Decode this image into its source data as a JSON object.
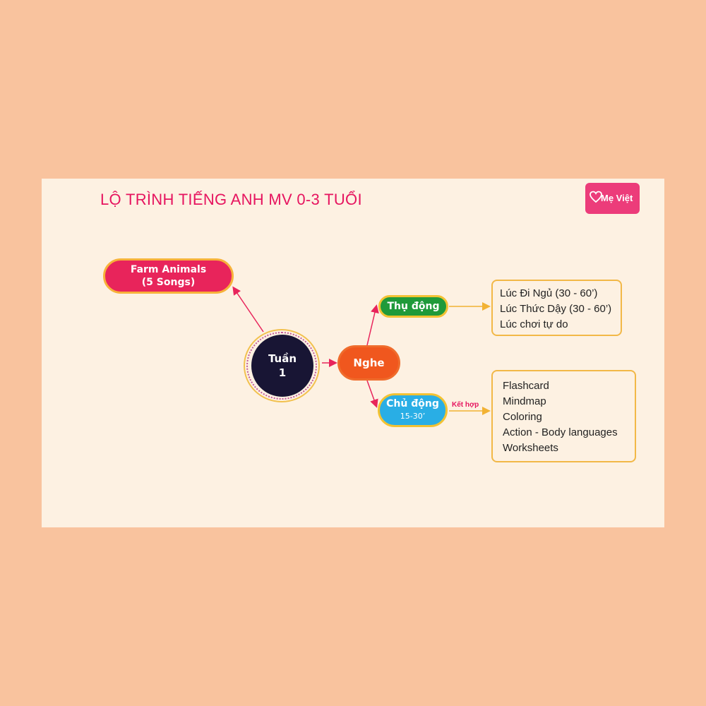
{
  "slide": {
    "title": "LỘ TRÌNH TIẾNG ANH MV 0-3 TUỔI",
    "logo": {
      "text": "Mẹ Việt",
      "icon": "heart-icon"
    },
    "center": {
      "line1": "Tuần",
      "line2": "1"
    },
    "topic": {
      "line1": "Farm Animals",
      "line2": "(5 Songs)"
    },
    "skill": {
      "label": "Nghe"
    },
    "passive": {
      "label": "Thụ động",
      "items": [
        "Lúc Đi Ngủ (30 - 60’)",
        "Lúc Thức Dậy (30 - 60’)",
        "Lúc chơi tự do"
      ]
    },
    "active": {
      "label": "Chủ động",
      "duration": "15-30’",
      "connector_label": "Kết hợp",
      "items": [
        "Flashcard",
        "Mindmap",
        "Coloring",
        "Action - Body languages",
        "Worksheets"
      ]
    }
  },
  "colors": {
    "page_bg": "#f9c39e",
    "slide_bg": "#fdf1e2",
    "title": "#e6145f",
    "topic": "#e8245b",
    "skill": "#f0571e",
    "passive": "#1f9a3a",
    "active": "#29aee5",
    "center": "#181534",
    "box_border": "#f2b847"
  }
}
